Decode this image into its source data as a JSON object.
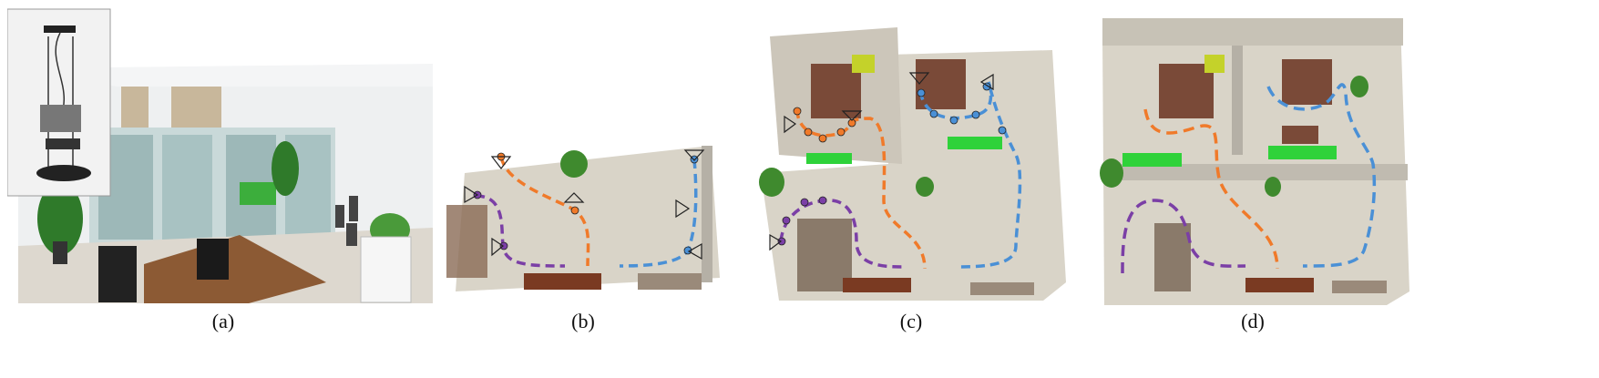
{
  "figure": {
    "captions": [
      "(a)",
      "(b)",
      "(c)",
      "(d)"
    ]
  },
  "panels": [
    {
      "id": "a",
      "content": "photo-office-with-robot"
    },
    {
      "id": "b",
      "content": "partial-3d-map-with-trajectories"
    },
    {
      "id": "c",
      "content": "merged-3d-map-with-trajectories"
    },
    {
      "id": "d",
      "content": "full-3d-map-with-trajectories"
    }
  ],
  "colors": {
    "trajectory_purple": "#7b3fa6",
    "trajectory_orange": "#f07a2a",
    "trajectory_blue": "#4a90d6",
    "floor": "#d9d4c8",
    "wall": "#c7c2b6",
    "furniture": "#7a4a38",
    "plant": "#3f8a2e",
    "partition_green": "#2fd23a"
  }
}
